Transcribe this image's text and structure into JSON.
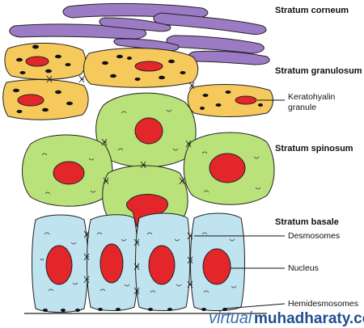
{
  "labels": {
    "stratum_corneum": "Stratum corneum",
    "stratum_granulosum": "Stratum granulosum",
    "keratohyalin_line1": "Keratohyalin",
    "keratohyalin_line2": "granule",
    "stratum_spinosum": "Stratum spinosum",
    "stratum_basale": "Stratum basale",
    "desmosomes": "Desmosomes",
    "nucleus": "Nucleus",
    "hemidesmosomes": "Hemidesmosomes"
  },
  "watermark": {
    "part1": "virtual",
    "part2": "muhadharaty.com"
  },
  "colors": {
    "corneum": "#9b7bc4",
    "granulosum": "#f5c95c",
    "spinosum": "#b9e27a",
    "basale": "#bfe3ef",
    "nucleus": "#e3262a",
    "outline": "#222222"
  }
}
